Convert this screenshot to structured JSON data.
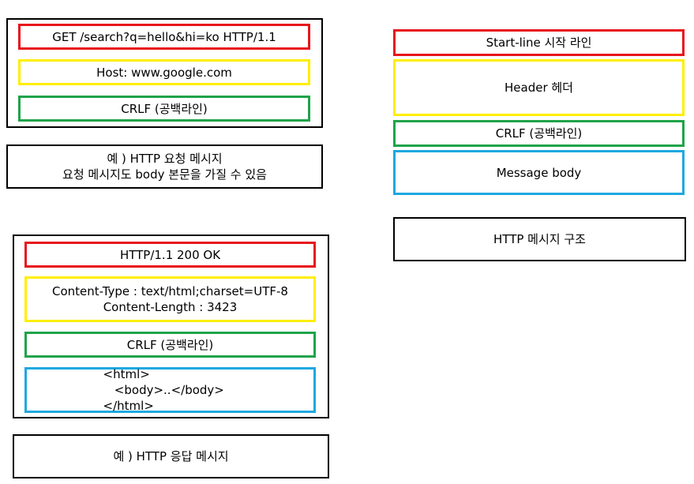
{
  "request_example": {
    "start_line": "GET /search?q=hello&hi=ko  HTTP/1.1",
    "header": "Host: www.google.com",
    "crlf": "CRLF (공백라인)",
    "caption_line1": "예 ) HTTP 요청 메시지",
    "caption_line2": "요청 메시지도 body 본문을 가질 수 있음"
  },
  "response_example": {
    "start_line": "HTTP/1.1 200 OK",
    "header_line1": "Content-Type : text/html;charset=UTF-8",
    "header_line2": "Content-Length : 3423",
    "crlf": "CRLF (공백라인)",
    "body_line1": "<html>",
    "body_line2": "   <body>..</body>",
    "body_line3": "</html>",
    "caption": "예 ) HTTP 응답 메시지"
  },
  "structure": {
    "start_line": "Start-line 시작 라인",
    "header": "Header 헤더",
    "crlf": "CRLF (공백라인)",
    "body": "Message body",
    "caption": "HTTP 메시지 구조"
  }
}
